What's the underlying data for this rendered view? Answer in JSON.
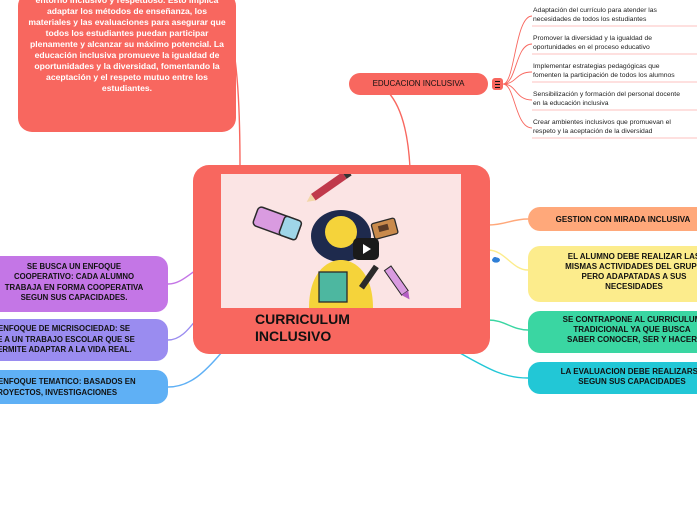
{
  "central": {
    "title_line1": "CURRICULUM",
    "title_line2": "INCLUSIVO"
  },
  "top_note": {
    "text": "entorno inclusivo y respetuoso. Esto implica adaptar los métodos de enseñanza, los materiales y las evaluaciones para asegurar que todos los estudiantes puedan participar plenamente y alcanzar su máximo potencial. La educación inclusiva promueve la igualdad de oportunidades y la diversidad, fomentando la aceptación y el respeto mutuo entre los estudiantes."
  },
  "educacion": {
    "label": "EDUCACION INCLUSIVA",
    "items": [
      {
        "line1": "Adaptación del currículo para atender las",
        "line2": "necesidades de todos los estudiantes"
      },
      {
        "line1": "Promover la diversidad y la igualdad de",
        "line2": "oportunidades en el proceso educativo"
      },
      {
        "line1": "Implementar estrategias pedagógicas que",
        "line2": "fomenten la participación de todos los alumnos"
      },
      {
        "line1": "Sensibilización y formación del personal docente",
        "line2": "en la educación inclusiva"
      },
      {
        "line1": "Crear ambientes inclusivos que promuevan el",
        "line2": "respeto y la aceptación de la diversidad"
      }
    ]
  },
  "right_nodes": {
    "gestion": "GESTION CON MIRADA INCLUSIVA",
    "alumno": [
      "EL ALUMNO DEBE REALIZAR LAS",
      "MISMAS ACTIVIDADES DEL GRUPO",
      "PERO ADAPATADAS A SUS",
      "NECESIDADES"
    ],
    "contrapone": [
      "SE CONTRAPONE AL CURRICULUM",
      "TRADICIONAL YA QUE BUSCA",
      "SABER CONOCER, SER Y  HACER"
    ],
    "evaluacion": [
      "LA EVALUACION DEBE REALIZARSE",
      "SEGUN SUS CAPACIDADES"
    ]
  },
  "left_nodes": {
    "cooperativo": [
      "SE BUSCA UN ENFOQUE",
      "COOPERATIVO: CADA ALUMNO",
      "TRABAJA EN FORMA COOPERATIVA",
      "SEGUN SUS CAPACIDADES."
    ],
    "microsociedad": [
      "ENFOQUE DE MICRISOCIEDAD: SE",
      "VE A UN TRABAJO ESCOLAR QUE SE",
      "PERMITE  ADAPTAR A LA VIDA REAL."
    ],
    "tematico": [
      "ENFOQUE TEMATICO: BASADOS EN",
      "PROYECTOS, INVESTIGACIONES"
    ]
  },
  "colors": {
    "central": "#f8675f",
    "gestion": "#ffa87a",
    "alumno": "#fcec8c",
    "contrapone": "#3ad6a2",
    "evaluacion": "#22c7d6",
    "cooperativo": "#c476e6",
    "microsociedad": "#9a8cf0",
    "tematico": "#5fb0f5"
  }
}
